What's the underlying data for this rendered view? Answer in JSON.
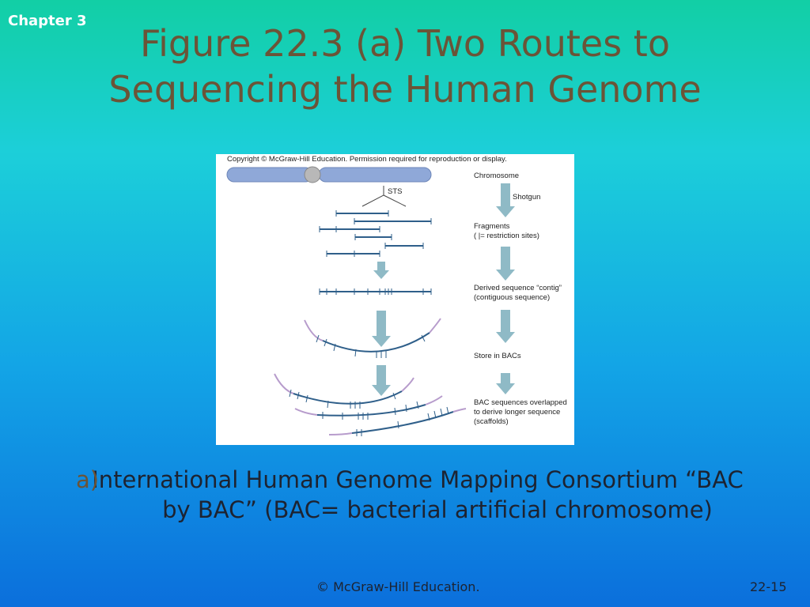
{
  "slide": {
    "chapter": "Chapter 3",
    "title_line1": "Figure 22.3 (a) Two Routes to",
    "title_line2": "Sequencing the Human Genome",
    "caption_marker": "a)",
    "caption_text": "International Human Genome Mapping Consortium “BAC by BAC” (BAC= bacterial artificial chromosome)",
    "footer_copyright": "© McGraw-Hill Education.",
    "footer_page": "22-15"
  },
  "figure": {
    "copyright": "Copyright © McGraw-Hill Education. Permission required for reproduction or display.",
    "sts_label": "STS",
    "steps": {
      "chromosome": "Chromosome",
      "shotgun": "Shotgun",
      "fragments_1": "Fragments",
      "fragments_2": "( |= restriction sites)",
      "contig_1": "Derived sequence “contig”",
      "contig_2": "(contiguous sequence)",
      "bacs": "Store in BACs",
      "scaffold_1": "BAC sequences overlapped",
      "scaffold_2": "to derive longer sequence",
      "scaffold_3": "(scaffolds)"
    },
    "colors": {
      "chromosome": "#8fa8d8",
      "strand": "#2f5f8a",
      "vector": "#b79ccc",
      "arrow": "#8fbac6"
    }
  }
}
